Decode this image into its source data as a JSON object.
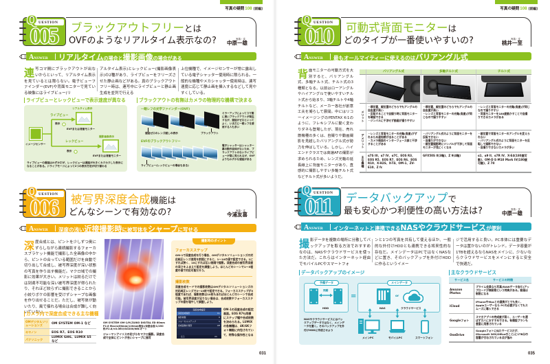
{
  "left_page": {
    "running_head": {
      "series": "写真の疑問",
      "number": "108",
      "part": "[前編]"
    },
    "page_number": "031",
    "q005": {
      "badge": {
        "letter": "Q",
        "label": "UESTION",
        "number": "005"
      },
      "title": {
        "highlight": "ブラックアウトフリー",
        "suffix": "とは",
        "line2": "OVFのようなリアルタイム表示なの?"
      },
      "author": {
        "role": "写真・文",
        "name": "中原一雄"
      },
      "answer": {
        "initial": "A",
        "rest": "NSWER",
        "segments": [
          "リアルタイム",
          "の場合と",
          "撮影画像",
          "の場合がある"
        ]
      },
      "body": {
        "drop_cap": "連",
        "columns": [
          "写コマ間にブラックアウトが出ないからといって、リアルタイム表示を見ているとは限らない。電子ビューファインダー(EVF)や背面モニターで見ている映像にはライブビュー(リ",
          "アルタイム表示)とレックビュー(撮影画像表示)の2種があり、ライブビューをフリーズさせた静止画などがある。真のブラックアウトフリー時は、連写中にライブビューと静止画生成を並列で行える",
          "上位機種で、イメージセンサーが常に露出している電子シャッター使用時に限られる。一般的な機種やメカシャッター使用時は、連写速度に応じて静止画を挿入するなどして見やすくしている。"
        ]
      },
      "figure_display": {
        "heading": "ライブビューとレックビューで表示速度が異なる",
        "realtime_label": "リアルタイム表示",
        "liveview_label": "ライブビュー",
        "display_label": "表示",
        "monitor_label": "EVFまたは背面モニター",
        "sensor_label": "イメージセンサー",
        "recview_label": "レックビュー",
        "captured_label": "撮影画像表示",
        "caption": "ライブビューの遅延はわずかだが、レックビューは遅延が大きくカクカクした表示になることがある。ドライブモードによって2つの表示方法が切り替わる"
      },
      "figure_blackout": {
        "heading": "ブラックアウトの有無はカメラの物理的な機構で決まる",
        "ovf_title": "一眼レフの光学ファインダー(OVF)",
        "ovf_view_label": "遅延ゼロのレンズ越しの表示",
        "ovf_blackout_label": "ブラックアウト",
        "ovf_note": "ミラーアップによってコマ間に黒いブラックアウトが発生するが、遅延がゼロといってよく、いまだに一眼レフを愛用する人も多い",
        "evf_title": "EVFのブラックアウトフリー",
        "evf_label": "ライブビュー(レックビューの場合もある)",
        "evf_note": "電子シャッターはシャッター幕の動作自体がないため、ブラックアウトのないライブビューが常に見られるが、OVFよりもわずかな遅延がある"
      }
    },
    "q006": {
      "badge": {
        "letter": "Q",
        "label": "UESTION",
        "number": "006"
      },
      "title": {
        "highlight": "被写界深度合成",
        "suffix": "機能は",
        "line2": "どんなシーンで有効なの?"
      },
      "author": {
        "role": "写真・文",
        "name": "今浦友喜"
      },
      "answer": {
        "initial": "A",
        "rest": "NSWER",
        "segments": [
          "深度の浅い",
          "近接撮影時",
          "に被写体を",
          "シャープ",
          "に写せる"
        ]
      },
      "body": {
        "drop_cap": "深",
        "text": "度合成とは、ピントを少しずつ奥にずらしながら連続撮影するフォーカスブラケット機能で撮影した全画像の中から、ピントの合っている範囲だけを自動で切り出して合成し、被写界深度が深い状態の写真を作り出す機能だ。マクロ域での撮影に効果が大きい。メリットは絞るだけでは到達不可能な深い被写界深度が得られたり、それほど絞らずに撮影できることから小絞りボケの影響を受けずシャープな画像を作り出せることだ。ただし、被写体が動いたり、風で揺れる場合は合成が難しく向いていない。"
      },
      "models_table": {
        "heading": "カメラ内で深度合成できる主な機種",
        "rows": [
          {
            "maker": "OMデジタルソリューションズ",
            "models": "OM SYSTEM OM-1 など"
          },
          {
            "maker": "キヤノン",
            "models": "EOS R7、EOS R10"
          },
          {
            "maker": "パナソニック",
            "models": "LUMIX GH6、LUMIX S5 など"
          }
        ]
      },
      "photo": {
        "specs": "OM SYSTEM OM-1/M.ZUIKO DIGITAL ED 60mm F2.8 Macro/60mm(120mm相当)/深度合成/1/250秒/F2.8/±0.0EV/ISO200/WB:オート",
        "caption": "ジャーマンアイリスの花びらをマクロ撮影。深度合成で全体にピントが合いシャープに描写"
      },
      "tips": {
        "title": "撮影時のポイント",
        "sections": [
          {
            "heading": "フォーカスステップ",
            "text": "OM-1で深度合成を行う場合、OMデジタルソリューションズの対応純正レンズ使用を前提にすると、1〜10の値で設定できる。1にすれば狭く、10にすれば広い間隔で撮影。深度合成の被写界深度の深さをふまえて設定を調整しよう。ほとんどのシーンで1〜5程度の値で対応可能だろう。"
          },
          {
            "heading": "撮影枚数",
            "text": "深度合成モードでの撮影枚数はOMデジタルソリューションズの対応純正レンズで3〜15枚で設定できる。フォーカスステップが5程度であれば、撮影枚数は10枚もあればほとんどのシーンで合成可能。被写界深度が足りない場合は、合成枚数やフォーカスステップの値を増やして調整しよう。"
          }
        ],
        "screen": {
          "title": "深度合成設定",
          "rows": [
            {
              "label": "深度合成撮影",
              "value": "On"
            },
            {
              "label": "撮影枚数",
              "value": "8"
            },
            {
              "label": "フォーカスステップ",
              "value": "5"
            },
            {
              "label": "合成画像の保存",
              "value": "Off"
            }
          ],
          "footer_left": "戻る",
          "footer_right": "OK"
        },
        "screen_caption": "OM-1の深度合成の設定画面。EOS R7も同様にステップ幅や合成枚数を決められる。LUMIXの各機種は、4K/6Kフォト機能に内包されていて、特殊な操作性となる"
      }
    }
  },
  "right_page": {
    "running_head": {
      "series": "写真の疑問",
      "number": "108",
      "part": "[前編]"
    },
    "page_number": "035",
    "q010": {
      "badge": {
        "letter": "Q",
        "label": "UESTION",
        "number": "010"
      },
      "title": {
        "highlight": "可動式背面モニター",
        "suffix": "は",
        "line2": "どのタイプが一番使いやすいの?"
      },
      "author": {
        "role": "写真・文",
        "name": "桃井一至"
      },
      "answer": {
        "initial": "A",
        "rest": "NSWER",
        "segments": [
          "最もオールマイティーに使えるのは",
          "バリアングル式"
        ]
      },
      "body": {
        "drop_cap": "背",
        "text": "面モニターの可動方式を大別すると、バリアングル式、多軸チルト式、チルト式の3種類となる。以前はローアングルやハイアングルで使いやすいチルト式から始まり、3軸チルトや4軸チルトなど、メーカー各社が創意工夫を凝らして展開。中にはリコーイメージングのPENTAX K-1のように、フレキシブルに動く変わりダネも登場したが、現在、売れ筋機種の多くは、自撮りや動画撮影を見越したバリアングル式が勢力を伸ばしている。しかし、ハイエンドクラスでは高速AFの撮影が求められるため、レンズ光軸の延長線上に背面モニターがあり、直感的に撮影しやすい多軸チルト式などチルト式が多いようだ。"
      },
      "monitor_table": {
        "row_labels": [
          "メリット",
          "デメリット",
          "主な機種"
        ],
        "columns": [
          {
            "type": "バリアングル式",
            "merits": [
              "・横位置、縦位置のどちらでもアングルの自由度が高い",
              "・反転することで自撮り時に背面モニターを確認できる",
              "・ジンバルに干渉せず動画が撮りやすい"
            ],
            "demerits": [
              "・レンズと背面モニターの光軸(角度)がずれるため違和感が出ることがある",
              "・カメラ側面のインターフェース部と干渉することがある"
            ],
            "models": "α7S III、α7 IV、α7C、EOS R3、EOS R5、EOS R7、EOS R6、EOS R10、X-H2S、X-T4、OM-1、ZV-E10、Z fc"
          },
          {
            "type": "多軸チルト式",
            "merits": [
              "・横位置、縦位置のどちらでもアングルの自由度が高い",
              "・レンズと背面モニターの光軸(角度)が同じなので撮りやすい"
            ],
            "demerits": [
              "・バリアングル式のように背面モニターを反転できない",
              "・自撮りができない",
              "・縦位置撮影時にジンバルが干渉して背面モニターが見にくくなる"
            ],
            "models": "GFX50S II(3軸)、Z 9(4軸)"
          },
          {
            "type": "チルト式",
            "merits": [
              "・レンズと背面モニターの光軸(角度)が同じなので撮りやすい",
              "・背面モニターを180度動かすことで自撮りできるカメラがある"
            ],
            "demerits": [
              "・縦位置で背面モニターのアングルを変えられない",
              "・バリアングル式のように背面モニターを反転して撮影できない",
              "・自撮りできないカメラが多い"
            ],
            "models": "α1、α9 II、α7R IV、X-E4(180度可動)、OM-D E-M10 Mark IV(180度可動)、Z 7II"
          }
        ]
      }
    },
    "q011": {
      "badge": {
        "letter": "Q",
        "label": "UESTION",
        "number": "011"
      },
      "title": {
        "highlight": "データバックアップ",
        "suffix": "で",
        "line2": "最も安心かつ利便性の高い方法は?"
      },
      "author": {
        "role": "写真・文",
        "name": "中原一雄"
      },
      "answer": {
        "initial": "A",
        "rest": "NSWER",
        "segments": [
          "インターネットと連携できる",
          "NASやクラウドサービス",
          "が便利"
        ]
      },
      "body": {
        "drop_cap": "撮",
        "columns": [
          "影データを複数の場所に分散してバックアップを取る方法でおすすめなのは、NASやクラウドサービスを使った方法だ。これらはインターネット経由でモバイルPCやスマートフォ",
          "ンと1つの写真を共有して使えるほか、一般的な外付けHDDとも連携できる将来性的な存在だ。メインデータはPCではなくNASなどに置き、そのバックアップを外付けHDDに作るというイメー",
          "ジで活用すると良い。PC本体には重要なデータは置かないのがトレンド。データ容量が1TBを超えるならNASをメインに、少ないならクラウドサービスをメインにすると安全で快適だ。"
        ]
      },
      "figure_backup": {
        "heading": "データバックアップのイメージ",
        "spare_label": "予備データ",
        "sync_label": "同期",
        "hdd_label": "HDD",
        "equals": "=",
        "main_label": "メインデータ",
        "nas_label": "NAS",
        "or_label": "or",
        "cloud_label": "クラウドサービス",
        "main_pc_label": "メインPC",
        "mobile_pc_label": "モバイルPC",
        "smartphone_label": "スマートフォン",
        "note": "NASやクラウドサービスにはバックアップデータではなく、メインデータを置く。そのバックアップを外付けHDDに作成させよう"
      },
      "cloud_table": {
        "heading": "主なクラウドサービス",
        "headers": [
          "サービス名",
          "サービスの特徴"
        ],
        "rows": [
          {
            "name": "Amazon Photos",
            "feature": "プライム会員なら写真(RAWデータ含む)アップロードが無制限という特典がある。動画は制限になる"
          },
          {
            "name": "iCloud",
            "feature": "iPhoneやMacとの連携がとても良く、Appleユーザーなら PCの必要がなくてもスムーズに導入できる"
          },
          {
            "name": "Googleフォト",
            "feature": "スマホアプリの完成度が高く、ユーザーを選ばず万人におすすめできる。有償版プランも豊富に用意されている"
          },
          {
            "name": "OneDrive",
            "feature": "Googleフォトに似たサービスだが、Microsoft 365(Officeのこと)に1TB分の容量が付与されている点が強み"
          }
        ]
      }
    }
  },
  "colors": {
    "green": "#8CC11F",
    "orange": "#F4AF10",
    "teal": "#25A8BF"
  }
}
